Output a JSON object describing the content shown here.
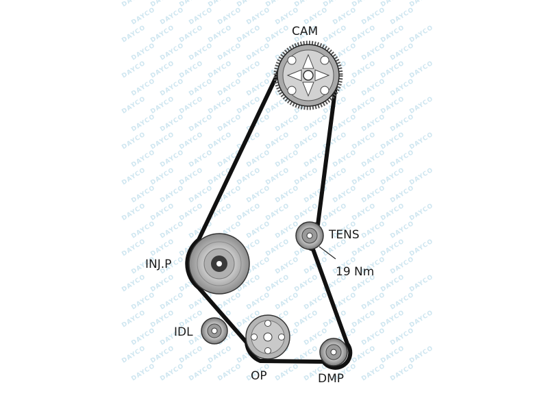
{
  "watermark": {
    "text": "DAYCO",
    "color": "#cfe6f0"
  },
  "colors": {
    "belt": "#111111",
    "pulley_outer": "#b9b9b9",
    "pulley_ring": "#8f8f8f",
    "hub": "#3a3a3a"
  },
  "labels": {
    "cam": "CAM",
    "tens": "TENS",
    "torque": "19 Nm",
    "injp": "INJ.P",
    "idl": "IDL",
    "op": "OP",
    "dmp": "DMP"
  }
}
